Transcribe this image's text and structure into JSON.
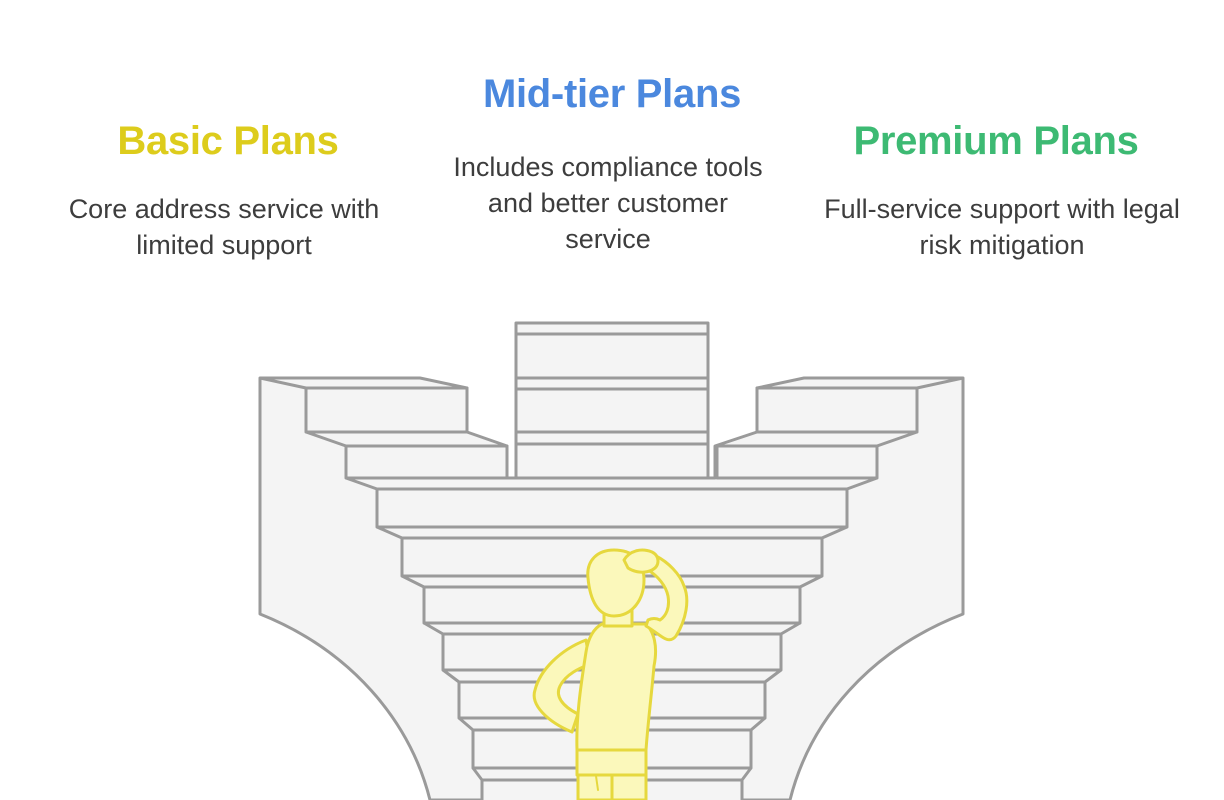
{
  "tiers": [
    {
      "title": "Basic Plans",
      "description": "Core address service with limited support",
      "color": "#ddcc1c"
    },
    {
      "title": "Mid-tier Plans",
      "description": "Includes compliance tools and better customer service",
      "color": "#4b88de"
    },
    {
      "title": "Premium Plans",
      "description": "Full-service support with legal risk mitigation",
      "color": "#3dba73"
    }
  ],
  "illustration": {
    "subject": "person-scratching-head-icon",
    "structure": "three-way-staircase",
    "stroke_color": "#9a9a9a",
    "fill_color": "#f4f4f4",
    "person_fill": "#fbf8bb",
    "person_stroke": "#e6d83e"
  }
}
